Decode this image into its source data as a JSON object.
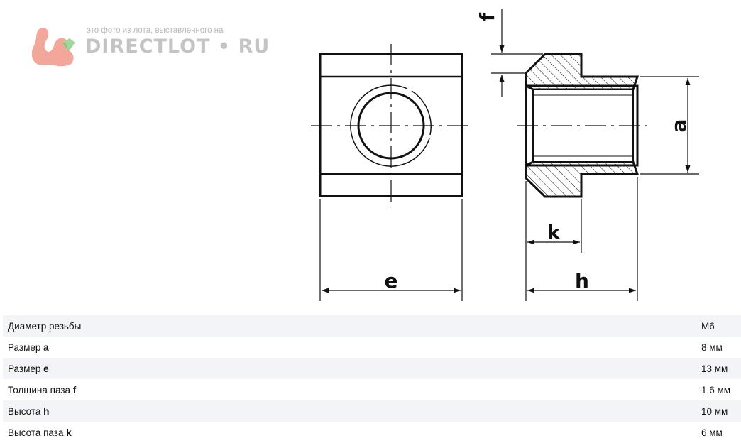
{
  "watermark": {
    "caption": "это фото из лота, выставленного на",
    "brand": "DIRECTLOT • RU"
  },
  "drawing_labels": {
    "e": "e",
    "h": "h",
    "k": "k",
    "a": "a",
    "f": "f"
  },
  "specs": [
    {
      "label": "Диаметр резьбы",
      "key": "",
      "value": "M6"
    },
    {
      "label": "Размер ",
      "key": "a",
      "value": "8 мм"
    },
    {
      "label": "Размер ",
      "key": "e",
      "value": "13 мм"
    },
    {
      "label": "Толщина паза ",
      "key": "f",
      "value": "1,6 мм"
    },
    {
      "label": "Высота ",
      "key": "h",
      "value": "10 мм"
    },
    {
      "label": "Высота паза ",
      "key": "k",
      "value": "6 мм"
    }
  ]
}
